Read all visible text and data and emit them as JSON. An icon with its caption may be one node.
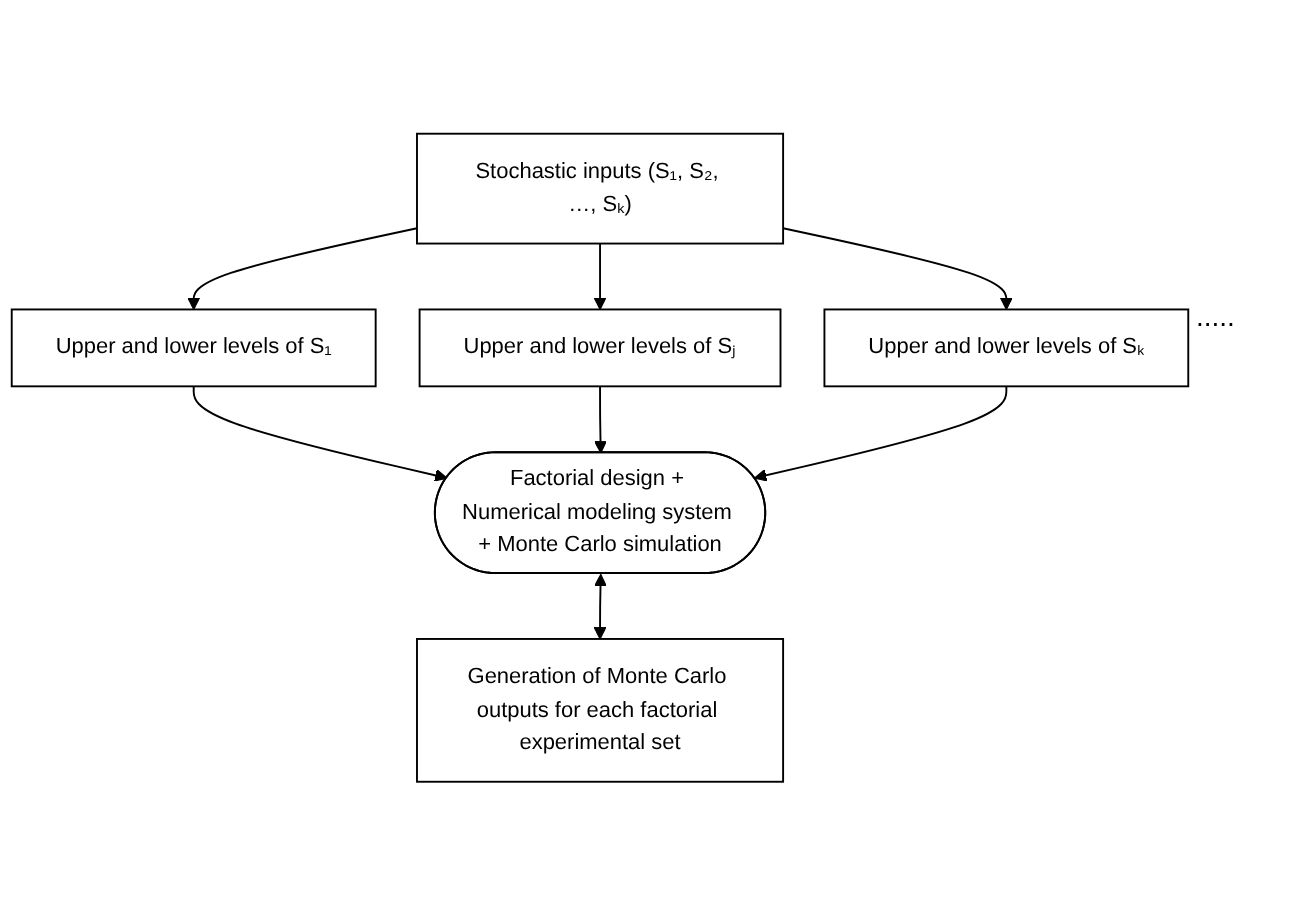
{
  "diagram": {
    "nodes": [
      {
        "text": [
          "Stochastic inputs (S₁, S₂, …, Sₖ)"
        ]
      },
      {
        "text": [
          "Upper and lower levels of S₁"
        ]
      },
      {
        "text": [
          "Upper and lower levels of Sⱼ"
        ]
      },
      {
        "text": [
          "Upper and lower levels of Sₖ"
        ]
      },
      {
        "text": [
          "Factorial design + Numerical modeling system + Monte Carlo simulation"
        ]
      },
      {
        "text": [
          "Generation of Monte Carlo outputs for each factorial experimental set"
        ]
      }
    ],
    "edges": [
      {
        "from": 0,
        "to": 1,
        "arrow": "to"
      },
      {
        "from": 0,
        "to": 2,
        "arrow": "to"
      },
      {
        "from": 0,
        "to": 3,
        "arrow": "to"
      },
      {
        "from": 1,
        "to": 4,
        "arrow": "to"
      },
      {
        "from": 2,
        "to": 4,
        "arrow": "to"
      },
      {
        "from": 3,
        "to": 4,
        "arrow": "to"
      },
      {
        "from": 4,
        "to": 5,
        "arrow": "both"
      }
    ],
    "labels": [
      "....."
    ]
  }
}
